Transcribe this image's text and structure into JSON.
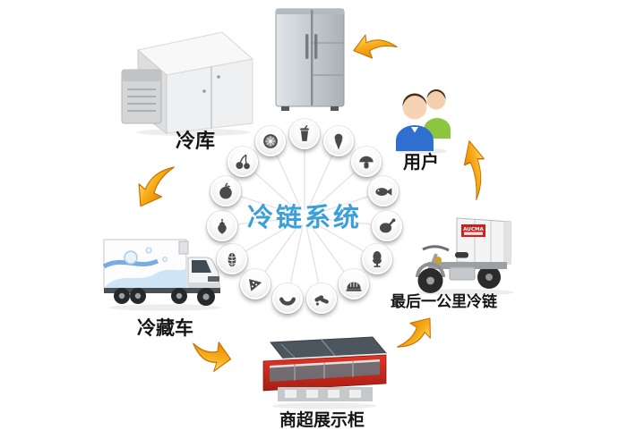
{
  "page": {
    "background_color": "#ffffff"
  },
  "center": {
    "title": "冷链系统",
    "title_color": "#3B9FD8"
  },
  "nodes": {
    "cold_storage": {
      "label": "冷库"
    },
    "users": {
      "label": "用户"
    },
    "last_mile": {
      "label": "最后一公里冷链",
      "box_brand": "AUCMA"
    },
    "display_cabinet": {
      "label": "商超展示柜"
    },
    "reefer_truck": {
      "label": "冷藏车"
    }
  },
  "food_ring": {
    "items": [
      "drink-cup",
      "ice-cream-cone",
      "mushroom",
      "fish",
      "poultry",
      "egg-cup",
      "bread",
      "capsules",
      "sausage",
      "pizza-slice",
      "corn",
      "strawberry",
      "apple",
      "cherries",
      "kiwi-slice"
    ]
  },
  "arrows": {
    "gradient": [
      "#E88A00",
      "#F7AE1C",
      "#FFE066"
    ],
    "outline": "#C96F00"
  }
}
